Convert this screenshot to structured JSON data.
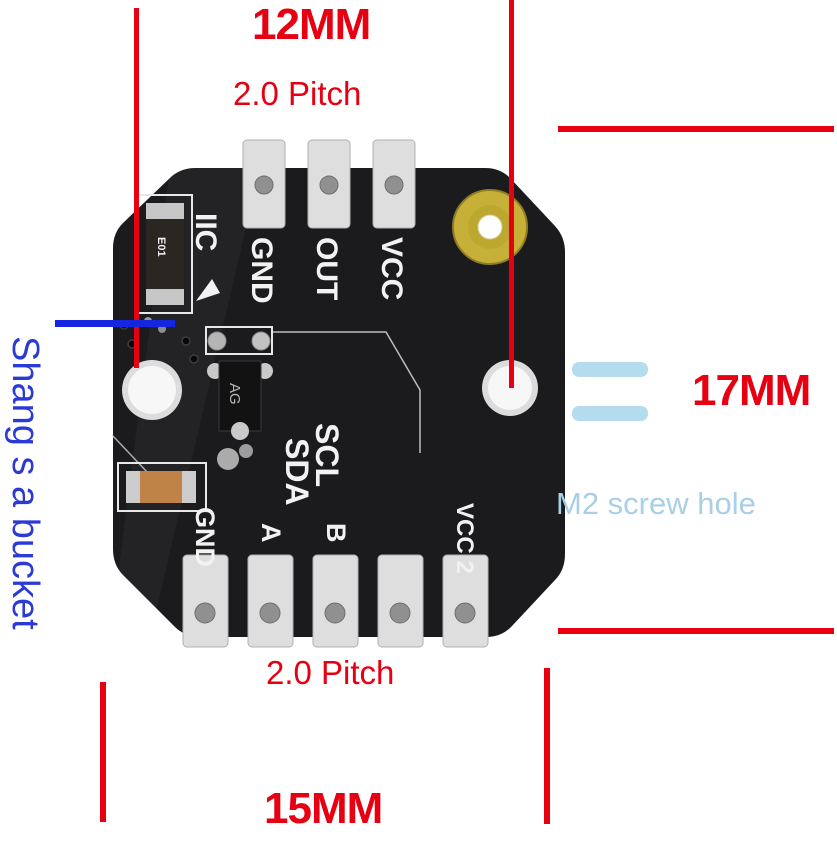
{
  "colors": {
    "dimension_red": "#e60012",
    "watermark_blue": "#2b3ad4",
    "light_blue": "#b5dcee",
    "board_black": "#1b1b1d",
    "pad_silver": "#dedede",
    "screw_ring_yellow": "#c7b038"
  },
  "annotations": {
    "top_width": "12MM",
    "top_pitch": "2.0 Pitch",
    "right_height": "17MM",
    "screw_hole_label": "M2 screw hole",
    "bottom_pitch": "2.0 Pitch",
    "bottom_width": "15MM",
    "watermark": "Shang s a bucket"
  },
  "board": {
    "interface_label": "IIC",
    "top_pins": [
      "GND",
      "OUT",
      "VCC"
    ],
    "bottom_pins": [
      "GND",
      "A",
      "B",
      "VCC 2"
    ],
    "bus_labels": {
      "scl": "SCL",
      "sda": "SDA"
    },
    "components": {
      "transistor": "AG",
      "resistor": "E01"
    }
  }
}
